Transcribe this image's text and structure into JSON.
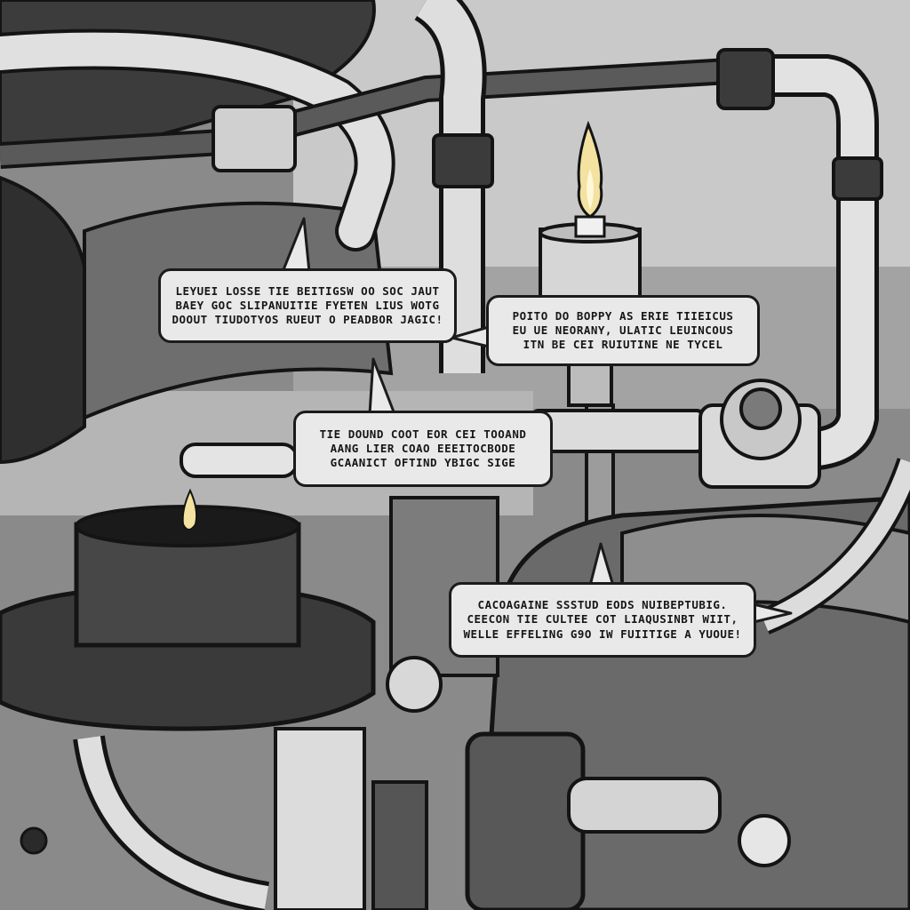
{
  "scene": {
    "style": "grayscale comic illustration",
    "subject": "machinery with pipes, valves and two small flames",
    "colors": {
      "ink": "#161616",
      "bubble_fill": "#e9e9e9",
      "pipe_light": "#dcdcdc",
      "metal_mid": "#9a9a9a",
      "metal_dark": "#4a4a4a",
      "flame": "#f3e2a0"
    }
  },
  "speech_bubbles": [
    {
      "lines": [
        "LEYUEI LOSSE TIE BEITIGSW OO SOC JAUT",
        "BAEY  GOC SLIPANUITIE FYETEN LIUS  WOTG",
        "DOOUT TIUDOTYOS RUEUT O PEADBOR JAGIC!"
      ]
    },
    {
      "lines": [
        "POITO DO BOPPY AS ERIE TIIEICUS",
        "EU UE NEORANY, ULATIC LEUINCOUS",
        "ITN BE CEI RUIUTINE NE TYCEL"
      ]
    },
    {
      "lines": [
        "TIE DOUND COOT EOR CEI TOOAND",
        "AANG  LIER COAO EEEITOCBODE",
        "GCAANICT OFTIND YBIGC SIGE"
      ]
    },
    {
      "lines": [
        "CACOAGAINE SSSTUD EODS NUIBEPTUBIG.",
        "CEECON TIE CULTEE COT LIAQUSINBT WIIT,",
        "WELLE EFFELING G9O IW FUIITIGE A YUOUE!"
      ]
    }
  ],
  "icons": [
    "flame-icon",
    "flame-icon"
  ]
}
